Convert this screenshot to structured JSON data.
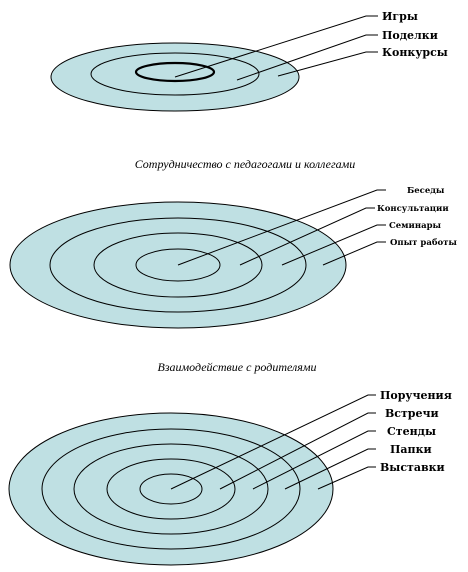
{
  "diagram_1": {
    "labels": [
      "Игры",
      "Поделки",
      "Конкурсы"
    ]
  },
  "caption_2": "Сотрудничество с педагогами и коллегами",
  "diagram_2": {
    "labels": [
      "Беседы",
      "Консультации",
      "Семинары",
      "Опыт работы"
    ]
  },
  "caption_3": "Взаимодействие с родителями",
  "diagram_3": {
    "labels": [
      "Поручения",
      "Встречи",
      "Стенды",
      "Папки",
      "Выставки"
    ]
  },
  "colors": {
    "ellipse_fill": "#bfe0e3",
    "stroke": "#000000"
  }
}
